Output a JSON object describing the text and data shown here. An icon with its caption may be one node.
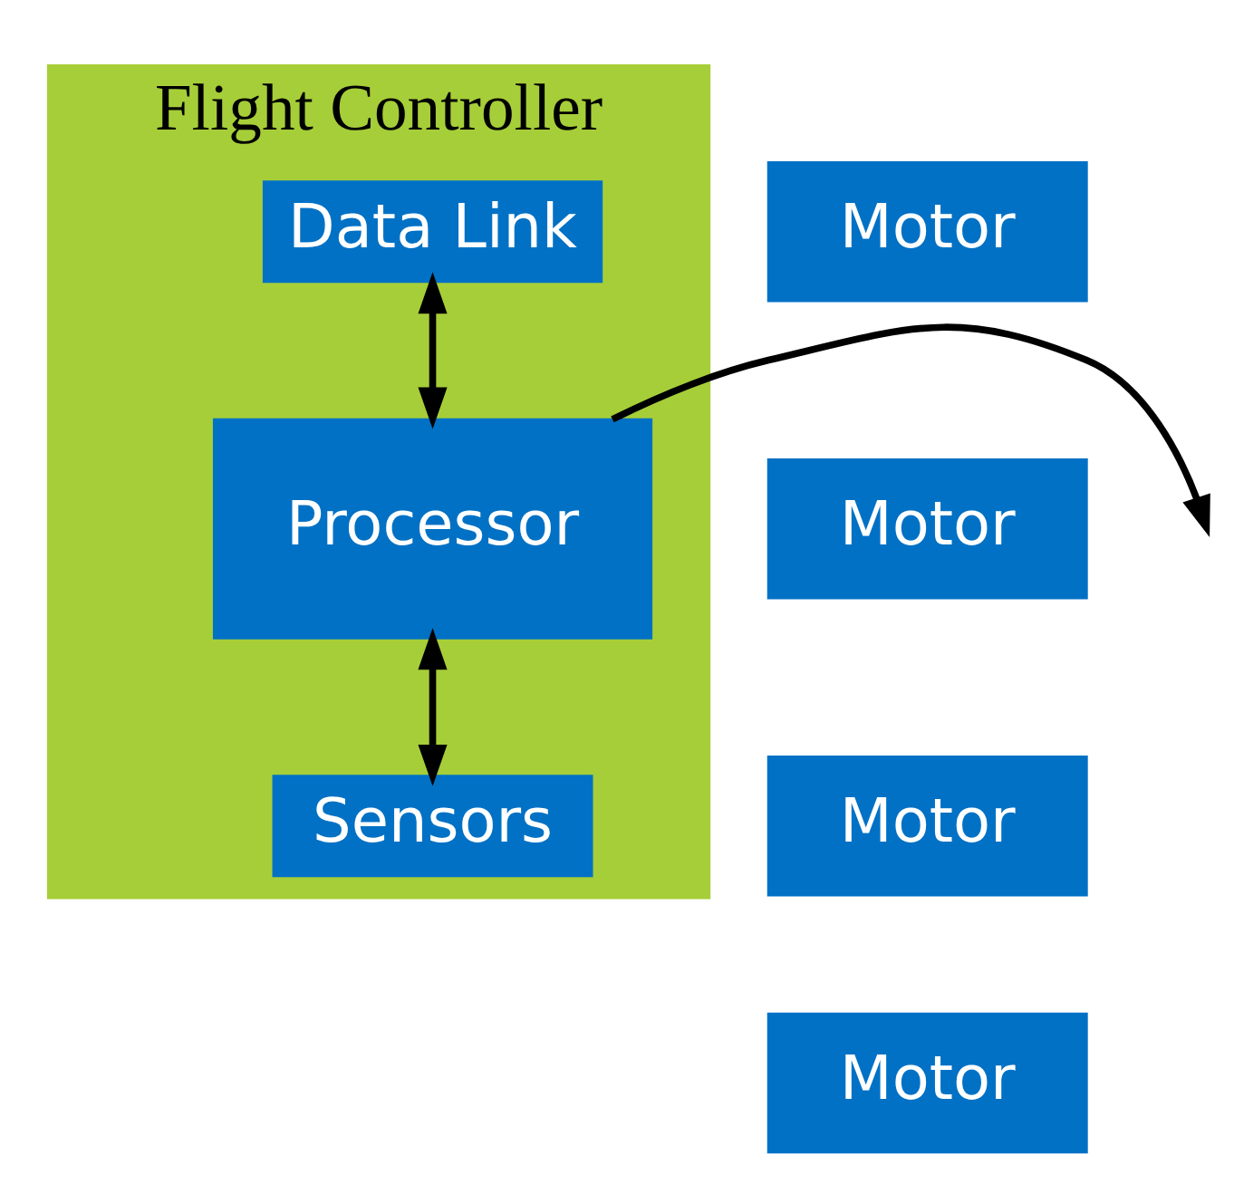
{
  "diagram": {
    "nodes": [
      {
        "text": [
          "Flight Controller"
        ]
      },
      {
        "text": [
          "Data Link"
        ],
        "in": 0
      },
      {
        "text": [
          "Processor"
        ],
        "in": 0
      },
      {
        "text": [
          "Sensors"
        ],
        "in": 0
      },
      {
        "text": [
          "Motor"
        ]
      },
      {
        "text": [
          "Motor"
        ]
      },
      {
        "text": [
          "Motor"
        ]
      },
      {
        "text": [
          "Motor"
        ]
      }
    ],
    "edges": [
      {
        "from": 1,
        "to": 2,
        "arrow": "both"
      },
      {
        "from": 2,
        "to": 3,
        "arrow": "both"
      },
      {
        "from": 2,
        "to": null,
        "arrow": "to"
      }
    ]
  }
}
